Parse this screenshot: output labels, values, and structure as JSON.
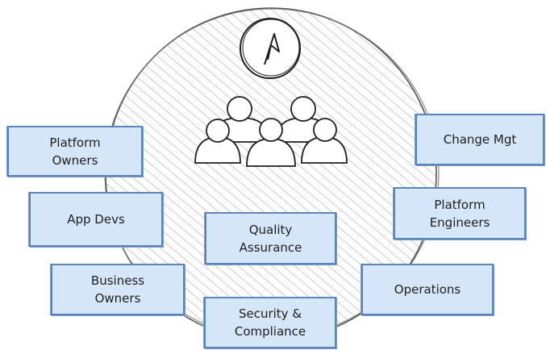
{
  "diagram": {
    "groups": [
      {
        "label": "Platform\nOwners"
      },
      {
        "label": "App Devs"
      },
      {
        "label": "Business\nOwners"
      },
      {
        "label": "Quality\nAssurance"
      },
      {
        "label": "Security &\nCompliance"
      },
      {
        "label": "Change Mgt"
      },
      {
        "label": "Platform\nEngineers"
      },
      {
        "label": "Operations"
      }
    ],
    "icons": {
      "center": "compass-icon",
      "team": "team-icon"
    }
  }
}
